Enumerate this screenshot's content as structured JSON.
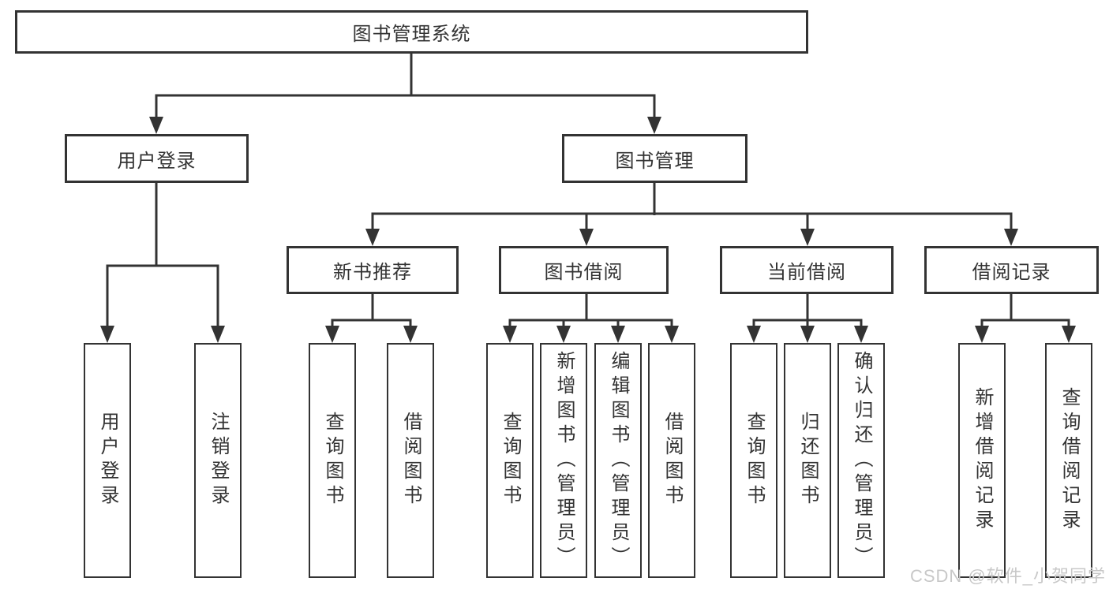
{
  "diagram": {
    "title": "图书管理系统",
    "branches": [
      {
        "label": "用户登录",
        "children": [
          "用户登录",
          "注销登录"
        ]
      },
      {
        "label": "图书管理",
        "sub": [
          {
            "label": "新书推荐",
            "children": [
              "查询图书",
              "借阅图书"
            ]
          },
          {
            "label": "图书借阅",
            "children": [
              "查询图书",
              "新增图书（管理员）",
              "编辑图书（管理员）",
              "借阅图书"
            ]
          },
          {
            "label": "当前借阅",
            "children": [
              "查询图书",
              "归还图书",
              "确认归还（管理员）"
            ]
          },
          {
            "label": "借阅记录",
            "children": [
              "新增借阅记录",
              "查询借阅记录"
            ]
          }
        ]
      }
    ]
  },
  "watermark": "CSDN @软件_小贺同学",
  "colors": {
    "line": "#333333",
    "text": "#333333",
    "watermark": "#c8c8c8",
    "background": "#ffffff"
  }
}
